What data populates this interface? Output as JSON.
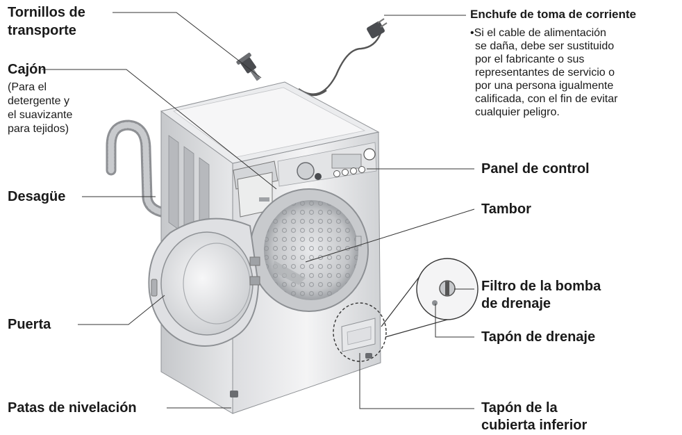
{
  "labels": {
    "tornillos": [
      "Tornillos de",
      "transporte"
    ],
    "cajon": "Cajón",
    "cajon_desc": [
      "(Para el",
      "detergente y",
      "el suavizante",
      "para tejidos)"
    ],
    "desague": "Desagüe",
    "puerta": "Puerta",
    "patas": "Patas de nivelación",
    "enchufe": "Enchufe de toma de corriente",
    "enchufe_desc": [
      "•Si el cable de alimentación",
      "se daña, debe ser sustituido",
      "por el fabricante o sus",
      "representantes de servicio o",
      "por una persona igualmente",
      "calificada, con el fin de evitar",
      "cualquier peligro."
    ],
    "panel": "Panel de control",
    "tambor": "Tambor",
    "filtro": [
      "Filtro de la bomba",
      "de drenaje"
    ],
    "tapon_drenaje": "Tapón de drenaje",
    "tapon_cubierta": [
      "Tapón de la",
      "cubierta inferior"
    ]
  },
  "colors": {
    "leader_line": "#333333",
    "body_light": "#f2f2f3",
    "body_mid": "#d8d9db",
    "body_dark": "#b3b5b8"
  }
}
